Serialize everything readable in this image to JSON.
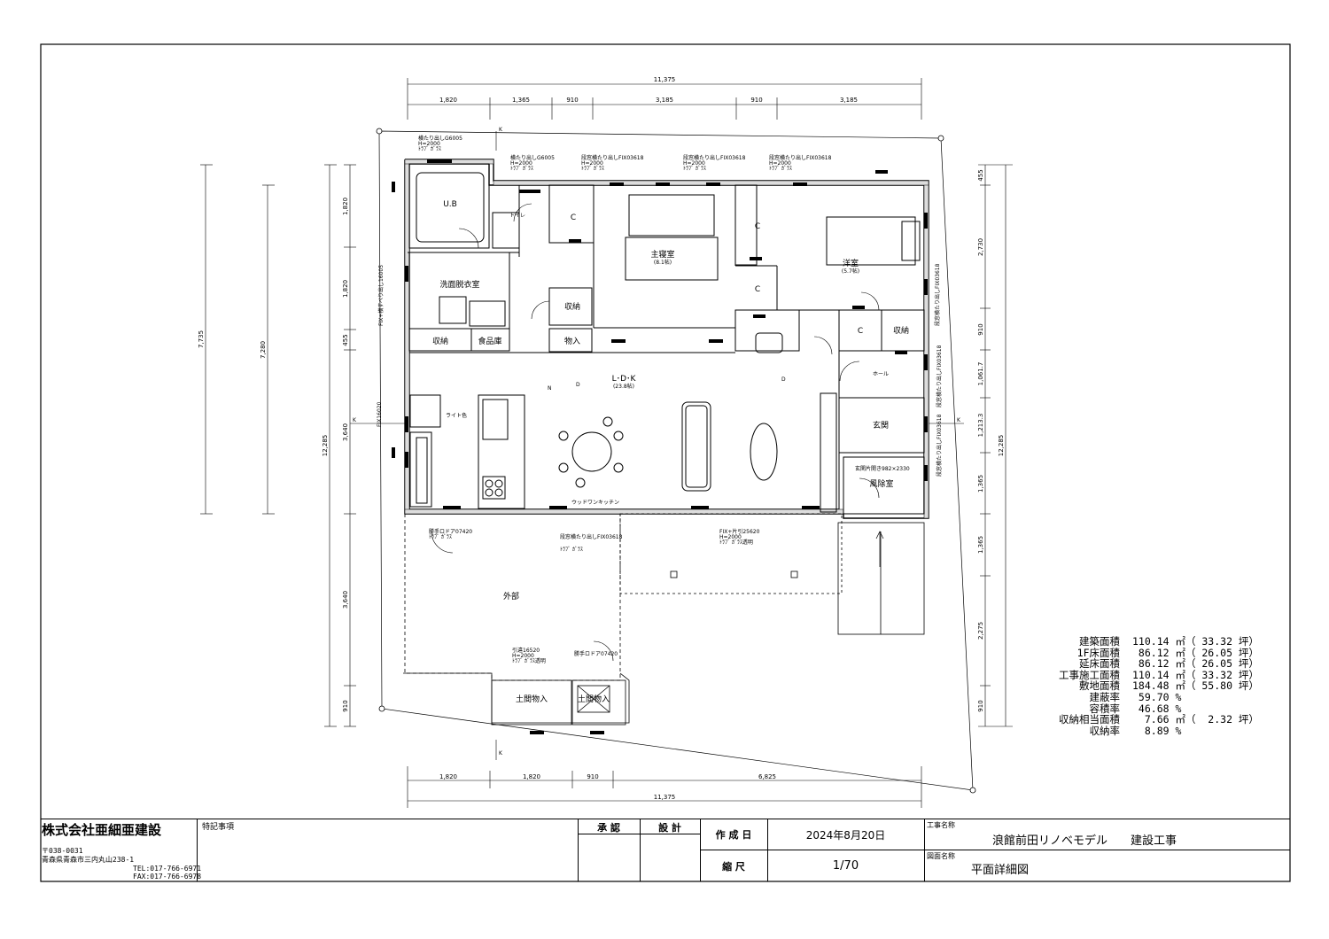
{
  "plan": {
    "dims_top": {
      "overall": "11,375",
      "segments": [
        "1,820",
        "1,365",
        "910",
        "3,185",
        "910",
        "3,185"
      ]
    },
    "dims_bottom": {
      "overall": "11,375",
      "segments": [
        "1,820",
        "1,820",
        "910",
        "6,825"
      ]
    },
    "dims_left": {
      "outer": "12,285",
      "mid1": "7,735",
      "mid2": "7,280",
      "segments": [
        "1,820",
        "1,820",
        "455",
        "3,640",
        "3,640",
        "910"
      ]
    },
    "dims_right": {
      "outer": "12,285",
      "segments": [
        "455",
        "2,730",
        "910",
        "1,061.7",
        "1,213.3",
        "1,365",
        "1,365",
        "2,275",
        "910"
      ]
    },
    "rooms": {
      "ub": "U.B",
      "toilet": "トイレ",
      "senmen": "洗面脱衣室",
      "shuno1": "収納",
      "shuno2": "収納",
      "shuno3": "収納",
      "shokuhinko": "食品庫",
      "monoire": "物入",
      "master": "主寝室",
      "master_area": "(8.1帖)",
      "western": "洋室",
      "western_area": "(5.7帖)",
      "c1": "C",
      "c2": "C",
      "c3": "C",
      "c4": "C",
      "hall": "ホール",
      "ldk": "L･D･K",
      "ldk_area": "(23.8帖)",
      "genkan": "玄関",
      "fujoshitsu": "風除室",
      "kitchen": "ウッドワンキッチン",
      "light": "ライト色",
      "gaibu": "外部",
      "doma1": "土間物入",
      "doma2": "土間物入"
    },
    "notes": {
      "w1": "横たり出しG6005",
      "w1b": "H=2000",
      "w1c": "ﾄﾗﾌﾞ ｶﾞﾗｽ",
      "w2": "横たり出しG6005",
      "w2b": "H=2000",
      "w2c": "ﾄﾗﾌﾞ ｶﾞﾗｽ",
      "w3": "段窓横たり出しFIX03618",
      "w3b": "H=2000",
      "w3c": "ﾄﾗﾌﾞ ｶﾞﾗｽ",
      "w4": "段窓横たり出しFIX03618",
      "w4b": "H=2000",
      "w4c": "ﾄﾗﾌﾞ ｶﾞﾗｽ",
      "w5": "勝手ロドア07420",
      "w5b": "ﾄﾗﾌﾞ ｶﾞﾗｽ",
      "w6": "段窓横たり出しFIX03618",
      "w6b": "ﾄﾗﾌﾞ ｶﾞﾗｽ",
      "w7": "FIX+片引25620",
      "w7b": "H=2000",
      "w7c": "ﾄﾗﾌﾞ ｶﾞﾗｽ透明",
      "w8": "引違16520",
      "w8b": "H=2000",
      "w8c": "ﾄﾗﾌﾞ ｶﾞﾗｽ透明",
      "w9": "勝手ロドア07420",
      "w10": "玄関片開き982×2330",
      "wl": "FIX+横すべり出し16005",
      "wl2": "FIX16020",
      "wr1": "段窓横たり出しFIX03618",
      "wr2": "段窓横たり出しFIX03618",
      "wr3": "段窓横たり出しFIX03618",
      "d": "D",
      "n": "N",
      "k": "K"
    }
  },
  "areas": [
    {
      "label": "建築面積",
      "value": "110.14 ㎡（ 33.32 坪）"
    },
    {
      "label": "1F床面積",
      "value": " 86.12 ㎡（ 26.05 坪）"
    },
    {
      "label": "延床面積",
      "value": " 86.12 ㎡（ 26.05 坪）"
    },
    {
      "label": "工事施工面積",
      "value": "110.14 ㎡（ 33.32 坪）"
    },
    {
      "label": "敷地面積",
      "value": "184.48 ㎡（ 55.80 坪）"
    },
    {
      "label": "建蔽率",
      "value": " 59.70 %"
    },
    {
      "label": "容積率",
      "value": " 46.68 %"
    },
    {
      "label": "収納相当面積",
      "value": "  7.66 ㎡（  2.32 坪）"
    },
    {
      "label": "収納率",
      "value": "  8.89 %"
    }
  ],
  "title_block": {
    "company": "株式会社亜細亜建設",
    "postal": "〒038-0031",
    "address": "青森県青森市三内丸山238-1",
    "tel": "TEL:017-766-6971",
    "fax": "FAX:017-766-6978",
    "special_notes_label": "特記事項",
    "approval_label": "承 認",
    "design_label": "設 計",
    "date_label": "作 成 日",
    "date_value": "2024年8月20日",
    "scale_label": "縮 尺",
    "scale_value": "1/70",
    "project_label": "工事名称",
    "project_value": "浪館前田リノベモデル　　建設工事",
    "drawing_label": "図面名称",
    "drawing_value": "平面詳細図"
  }
}
